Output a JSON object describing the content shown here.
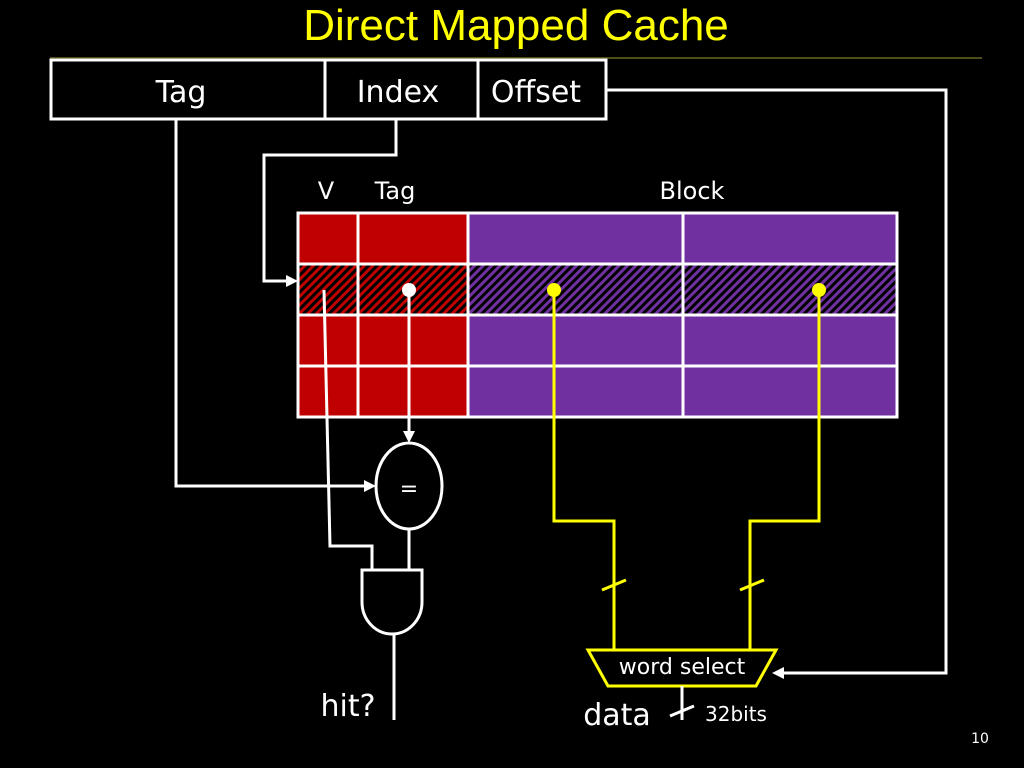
{
  "slide": {
    "title": "Direct Mapped Cache",
    "page_number": "10"
  },
  "address": {
    "fields": [
      "Tag",
      "Index",
      "Offset"
    ]
  },
  "cache": {
    "column_headers": {
      "valid": "V",
      "tag": "Tag",
      "block": "Block"
    },
    "rows": 4,
    "selected_row": 1,
    "words_per_block": 2
  },
  "logic": {
    "comparator": "=",
    "hit_label": "hit?",
    "mux_label": "word select",
    "data_label": "data",
    "width_label": "32bits"
  },
  "colors": {
    "title": "#ffff00",
    "valid_tag": "#c00000",
    "block": "#7030a0",
    "data_wire": "#ffff00",
    "wire": "#ffffff",
    "divider_line": "#4d4d1a"
  }
}
